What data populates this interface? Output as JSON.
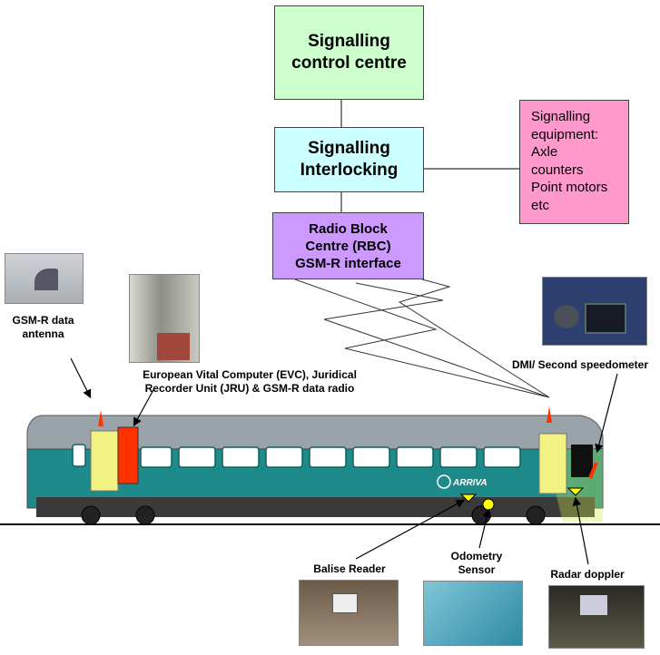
{
  "boxes": {
    "control_centre": "Signalling\ncontrol centre",
    "interlocking": "Signalling\nInterlocking",
    "rbc": "Radio Block\nCentre (RBC)\nGSM-R interface",
    "equipment": "Signalling\nequipment:\nAxle\ncounters\nPoint motors\netc"
  },
  "labels": {
    "gsmr_antenna": "GSM-R data\nantenna",
    "evc": "European Vital Computer (EVC), Juridical\nRecorder Unit (JRU) & GSM-R data radio",
    "dmi": "DMI/ Second speedometer",
    "balise": "Balise Reader",
    "odometry": "Odometry\nSensor",
    "radar": "Radar doppler"
  },
  "train": {
    "logo_text": "ARRIVA"
  },
  "colors": {
    "control_centre": "#ccffcc",
    "interlocking": "#ccffff",
    "rbc": "#cc99ff",
    "equipment": "#ff99cc",
    "train_body": "#1f8a8a",
    "door": "#f2f280",
    "evc_marker": "#ff3300"
  }
}
